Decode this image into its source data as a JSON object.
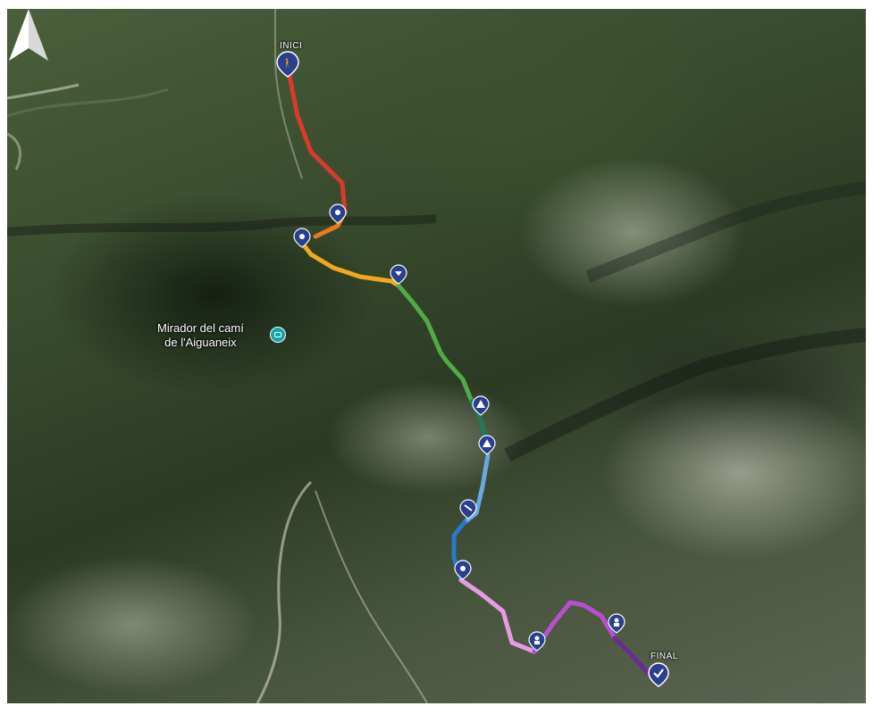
{
  "map": {
    "labels": {
      "start": "INICI",
      "end": "FINAL",
      "poi": "Mirador del camí\nde l'Aiguaneix"
    },
    "route_colors": [
      "#d83a2e",
      "#e57a20",
      "#f0a81e",
      "#53a84a",
      "#1d7a5a",
      "#6aa8e0",
      "#2a78c9",
      "#e79be6",
      "#b94fd0",
      "#6a2a98"
    ],
    "waypoint_icons": [
      "hiker-icon",
      "walk-icon",
      "walk-icon",
      "viewpoint-icon",
      "warning-icon",
      "warning-icon",
      "caution-icon",
      "walk-icon",
      "person-icon",
      "person-icon",
      "check-icon"
    ],
    "pin_color": "#2b3f8f",
    "poi_color": "#17a4a5"
  }
}
